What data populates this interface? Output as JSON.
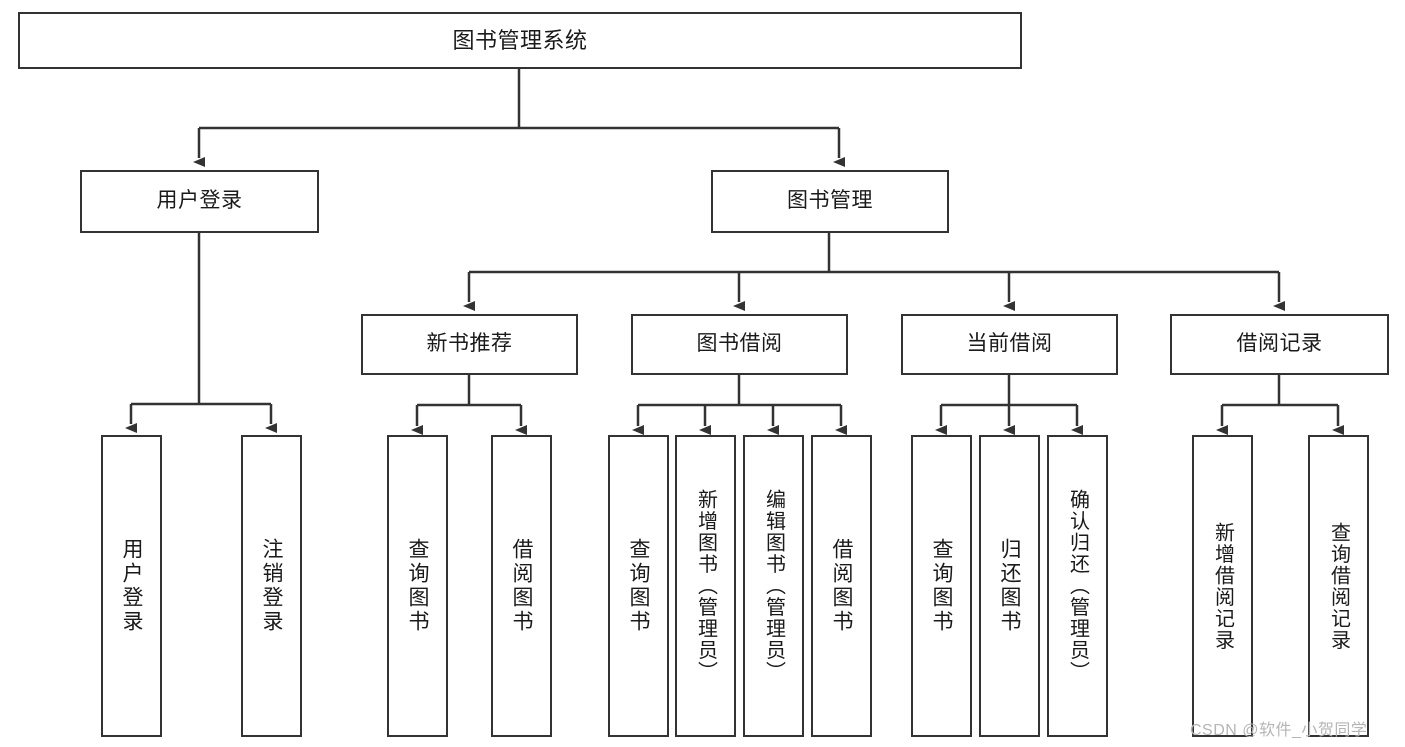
{
  "diagram": {
    "title": "图书管理系统",
    "type": "tree-hierarchy-chart",
    "levels": {
      "root": {
        "label": "图书管理系统"
      },
      "level2": [
        {
          "label": "用户登录"
        },
        {
          "label": "图书管理"
        }
      ],
      "level3": [
        {
          "label": "新书推荐"
        },
        {
          "label": "图书借阅"
        },
        {
          "label": "当前借阅"
        },
        {
          "label": "借阅记录"
        }
      ],
      "leaves": {
        "user_login": [
          {
            "label": "用户登录"
          },
          {
            "label": "注销登录"
          }
        ],
        "new_book_recommend": [
          {
            "label": "查询图书"
          },
          {
            "label": "借阅图书"
          }
        ],
        "book_borrow": [
          {
            "label": "查询图书"
          },
          {
            "label": "新增图书（管理员）"
          },
          {
            "label": "编辑图书（管理员）"
          },
          {
            "label": "借阅图书"
          }
        ],
        "current_borrow": [
          {
            "label": "查询图书"
          },
          {
            "label": "归还图书"
          },
          {
            "label": "确认归还（管理员）"
          }
        ],
        "borrow_records": [
          {
            "label": "新增借阅记录"
          },
          {
            "label": "查询借阅记录"
          }
        ]
      }
    },
    "colors": {
      "border": "#333333",
      "background": "#ffffff",
      "text": "#1a1a1a",
      "watermark": "#b5b5b5"
    }
  },
  "watermark": {
    "text": "CSDN @软件_小贺同学"
  }
}
